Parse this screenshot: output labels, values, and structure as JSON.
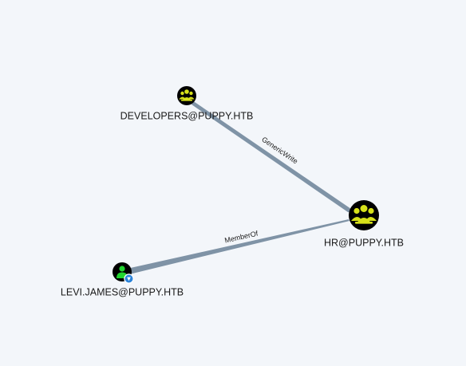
{
  "graph": {
    "background_color": "#f3f6fa",
    "edge_color": "#7f93a6",
    "nodes": [
      {
        "id": "developers",
        "label": "DEVELOPERS@PUPPY.HTB",
        "type": "group",
        "icon": "group-icon",
        "color": "#d7e11a"
      },
      {
        "id": "hr",
        "label": "HR@PUPPY.HTB",
        "type": "group",
        "icon": "group-icon",
        "color": "#d7e11a"
      },
      {
        "id": "levi",
        "label": "LEVI.JAMES@PUPPY.HTB",
        "type": "user",
        "icon": "user-icon",
        "color": "#22d430",
        "badge": "owned-badge-icon",
        "badge_color": "#2b83d8"
      }
    ],
    "edges": [
      {
        "source": "developers",
        "target": "hr",
        "label": "GenericWrite"
      },
      {
        "source": "levi",
        "target": "hr",
        "label": "MemberOf"
      }
    ]
  }
}
